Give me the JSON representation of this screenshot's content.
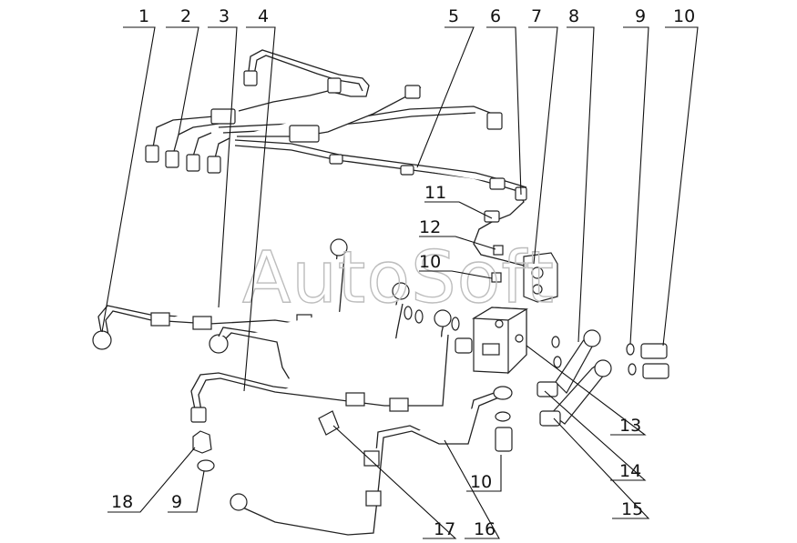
{
  "callouts": [
    {
      "id": "c1",
      "label": "1"
    },
    {
      "id": "c2",
      "label": "2"
    },
    {
      "id": "c3",
      "label": "3"
    },
    {
      "id": "c4",
      "label": "4"
    },
    {
      "id": "c5",
      "label": "5"
    },
    {
      "id": "c6",
      "label": "6"
    },
    {
      "id": "c7",
      "label": "7"
    },
    {
      "id": "c8",
      "label": "8"
    },
    {
      "id": "c9a",
      "label": "9"
    },
    {
      "id": "c10a",
      "label": "10"
    },
    {
      "id": "c11",
      "label": "11"
    },
    {
      "id": "c12",
      "label": "12"
    },
    {
      "id": "c10b",
      "label": "10"
    },
    {
      "id": "c13",
      "label": "13"
    },
    {
      "id": "c14",
      "label": "14"
    },
    {
      "id": "c15",
      "label": "15"
    },
    {
      "id": "c10c",
      "label": "10"
    },
    {
      "id": "c16",
      "label": "16"
    },
    {
      "id": "c17",
      "label": "17"
    },
    {
      "id": "c18",
      "label": "18"
    },
    {
      "id": "c9b",
      "label": "9"
    }
  ],
  "watermark": "AutoSoft",
  "colors": {
    "line": "#222222",
    "watermark": "#bdbdbd",
    "background": "#ffffff"
  }
}
